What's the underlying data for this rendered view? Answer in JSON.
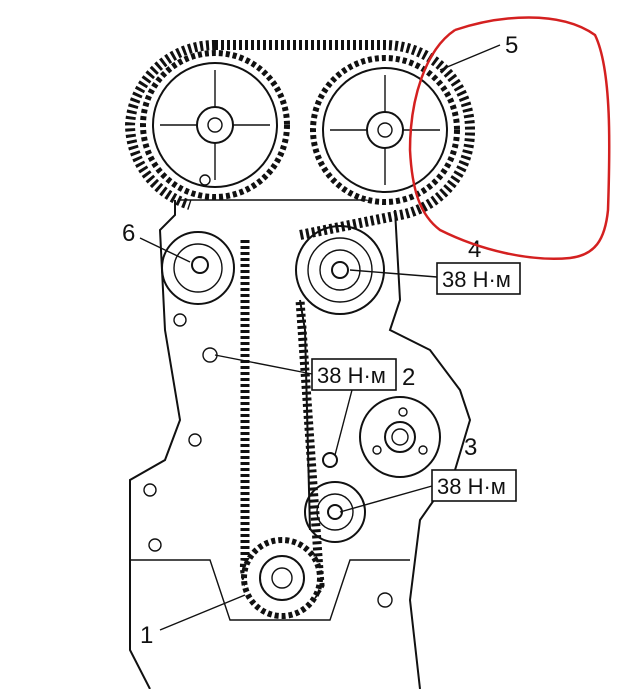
{
  "callouts": {
    "n1": "1",
    "n2": "2",
    "n3": "3",
    "n4": "4",
    "n5": "5",
    "n6": "6"
  },
  "torque": {
    "idler_upper": "38 Н·м",
    "tensioner_bolt": "38 Н·м",
    "idler_lower": "38 Н·м"
  },
  "colors": {
    "ink": "#111111",
    "annotation": "#d42020"
  }
}
